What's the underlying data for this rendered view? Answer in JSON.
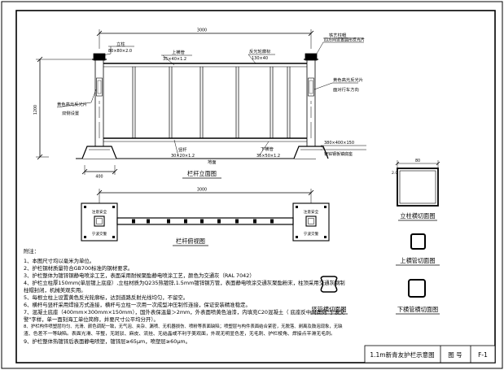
{
  "elevation": {
    "title": "栏杆立面图",
    "dim_total": "3000",
    "dim_height": "1200",
    "dim_post_gap": "400",
    "label_post": "立柱",
    "label_post_size": "80×80×2.0",
    "label_top_rail": "上横管",
    "label_top_rail_size": "35×40×1.2",
    "label_reflector": "反光轮廓标",
    "label_reflector_size": "130×40",
    "label_cap": "铁艺柱帽",
    "label_cap_note": "四方向设置圆形反光片",
    "label_left_reflector_1": "黄色高光反光片",
    "label_left_reflector_2": "双侧设置",
    "label_right_reflector_1": "黄色高光反光片",
    "label_right_reflector_2": "面对行车方向",
    "label_vertical_bar": "竖杆",
    "label_vertical_bar_size": "30×20×1.2",
    "label_ground": "地面",
    "label_bottom_rail": "下横管",
    "label_bottom_rail_size": "35×50×1.2",
    "label_base_size": "380×400×150",
    "label_base_material": "镀锌钢板镇底座"
  },
  "plan": {
    "title": "栏杆俯视图",
    "dim_total": "3000",
    "label_warning": "注意安全",
    "label_warning_2": "宁波交警"
  },
  "sections": {
    "post_title": "立柱横切面图",
    "post_dim": "80",
    "post_dim_side": "2.0",
    "top_rail_title": "上横管切面图",
    "vertical_bar_title": "竖管横切面图",
    "bottom_rail_title": "下横管横切面图"
  },
  "notes": {
    "heading": "附注：",
    "lines": [
      "1、本图尺寸均以毫米为单位。",
      "2、护栏钢材质量符合GB700标准的钢材要求。",
      "3、护栏整体为镀锌钢静电喷涂工艺，表面采用耐候聚酯静电喷涂工艺，颜色为交通灰（RAL 7042）",
      "4、护栏立柱厚150mm(单层镀上底座）,立柱材质为Q235热镀锌,1.5mm镀锌钢方管，表面静电喷涂交通灰聚酯粉末，柱顶采用交通灰钢制",
      "柱帽封闭，机械美观实用。",
      "5、每根立柱上设置黄色反光轮廓标，达到道路反射光线均匀，不留空。",
      "6、横杆与竖杆采用焊接方式连接，横杆与立柱一次用一次成型冲压制作连接，保证安装精准稳定。",
      "7、混凝土底座（400mm×300mm×150mm），国外表保温量＞2mm，外表面喷黄色油漆，内填充C20混凝土（ 底座反中间面刻\"宁波交",
      "警\"字样，单一面刻海工单位简称，并要尺寸公平均分开）。",
      "8、护栏构件喷塑层均匀、光滑、颜色调配一致，无气泡、夹杂、漏喷、无机器损伤、喷粉等表面缺陷；喷塑层与构件表面结合紧密，无脱落、剥离及鼓泡现象，无缺",
      "渣、色差不一等缺陷。表面光滑、平整，无斑驳、麻皮、流挂、无结晶或不利于美观面，外观无明显色差，无毛刺、护栏棱角、焊接点平滑无毛刺。",
      "9、护栏整体热镀锌后表面静电喷塑，镀锌层≥65μm，喷塑层≥60μm。"
    ]
  },
  "title_block": {
    "drawing_name": "1.1m新青友护栏示意图",
    "sheet_label": "图 号",
    "sheet_number": "F-1"
  }
}
